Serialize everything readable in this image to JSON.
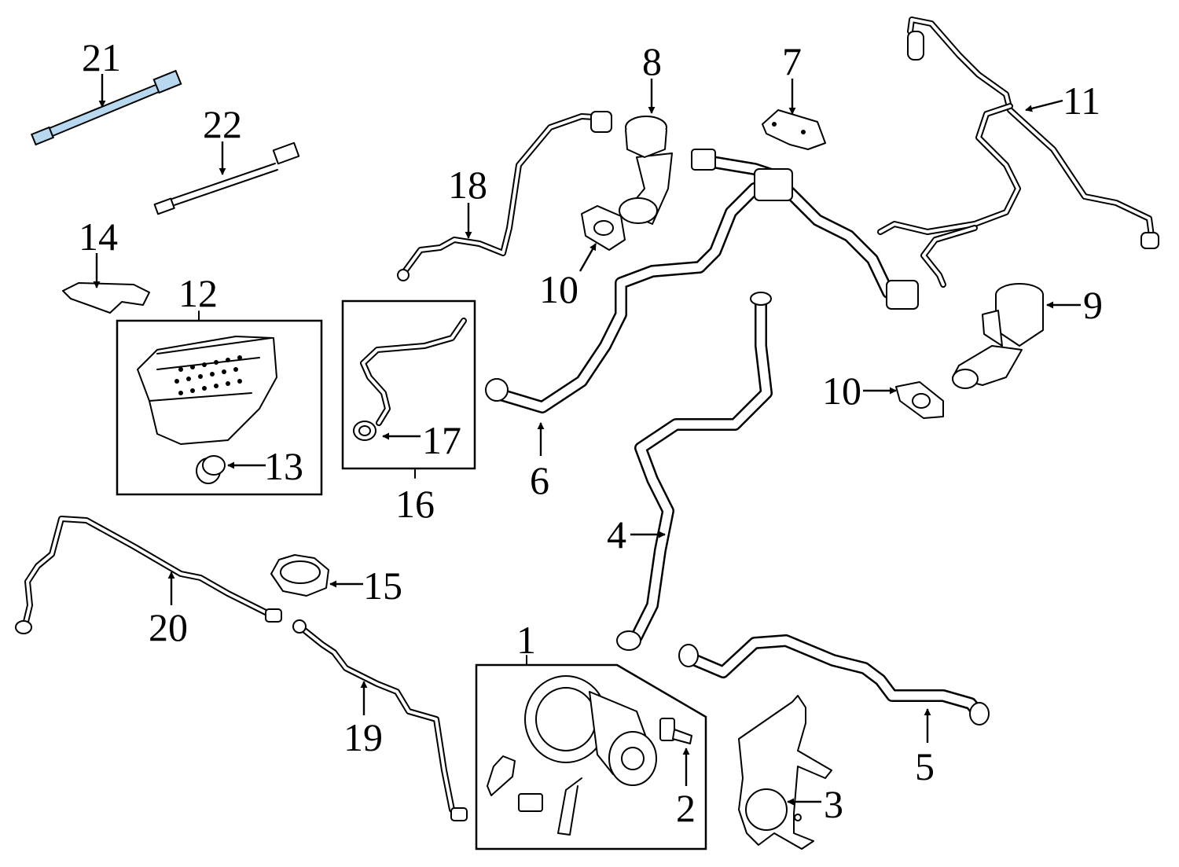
{
  "highlight_color": "#b8d8f0",
  "line_color": "#000000",
  "callouts": {
    "c1": "1",
    "c2": "2",
    "c3": "3",
    "c4": "4",
    "c5": "5",
    "c6": "6",
    "c7": "7",
    "c8": "8",
    "c9": "9",
    "c10a": "10",
    "c10b": "10",
    "c11": "11",
    "c12": "12",
    "c13": "13",
    "c14": "14",
    "c15": "15",
    "c16": "16",
    "c17": "17",
    "c18": "18",
    "c19": "19",
    "c20": "20",
    "c21": "21",
    "c22": "22"
  }
}
